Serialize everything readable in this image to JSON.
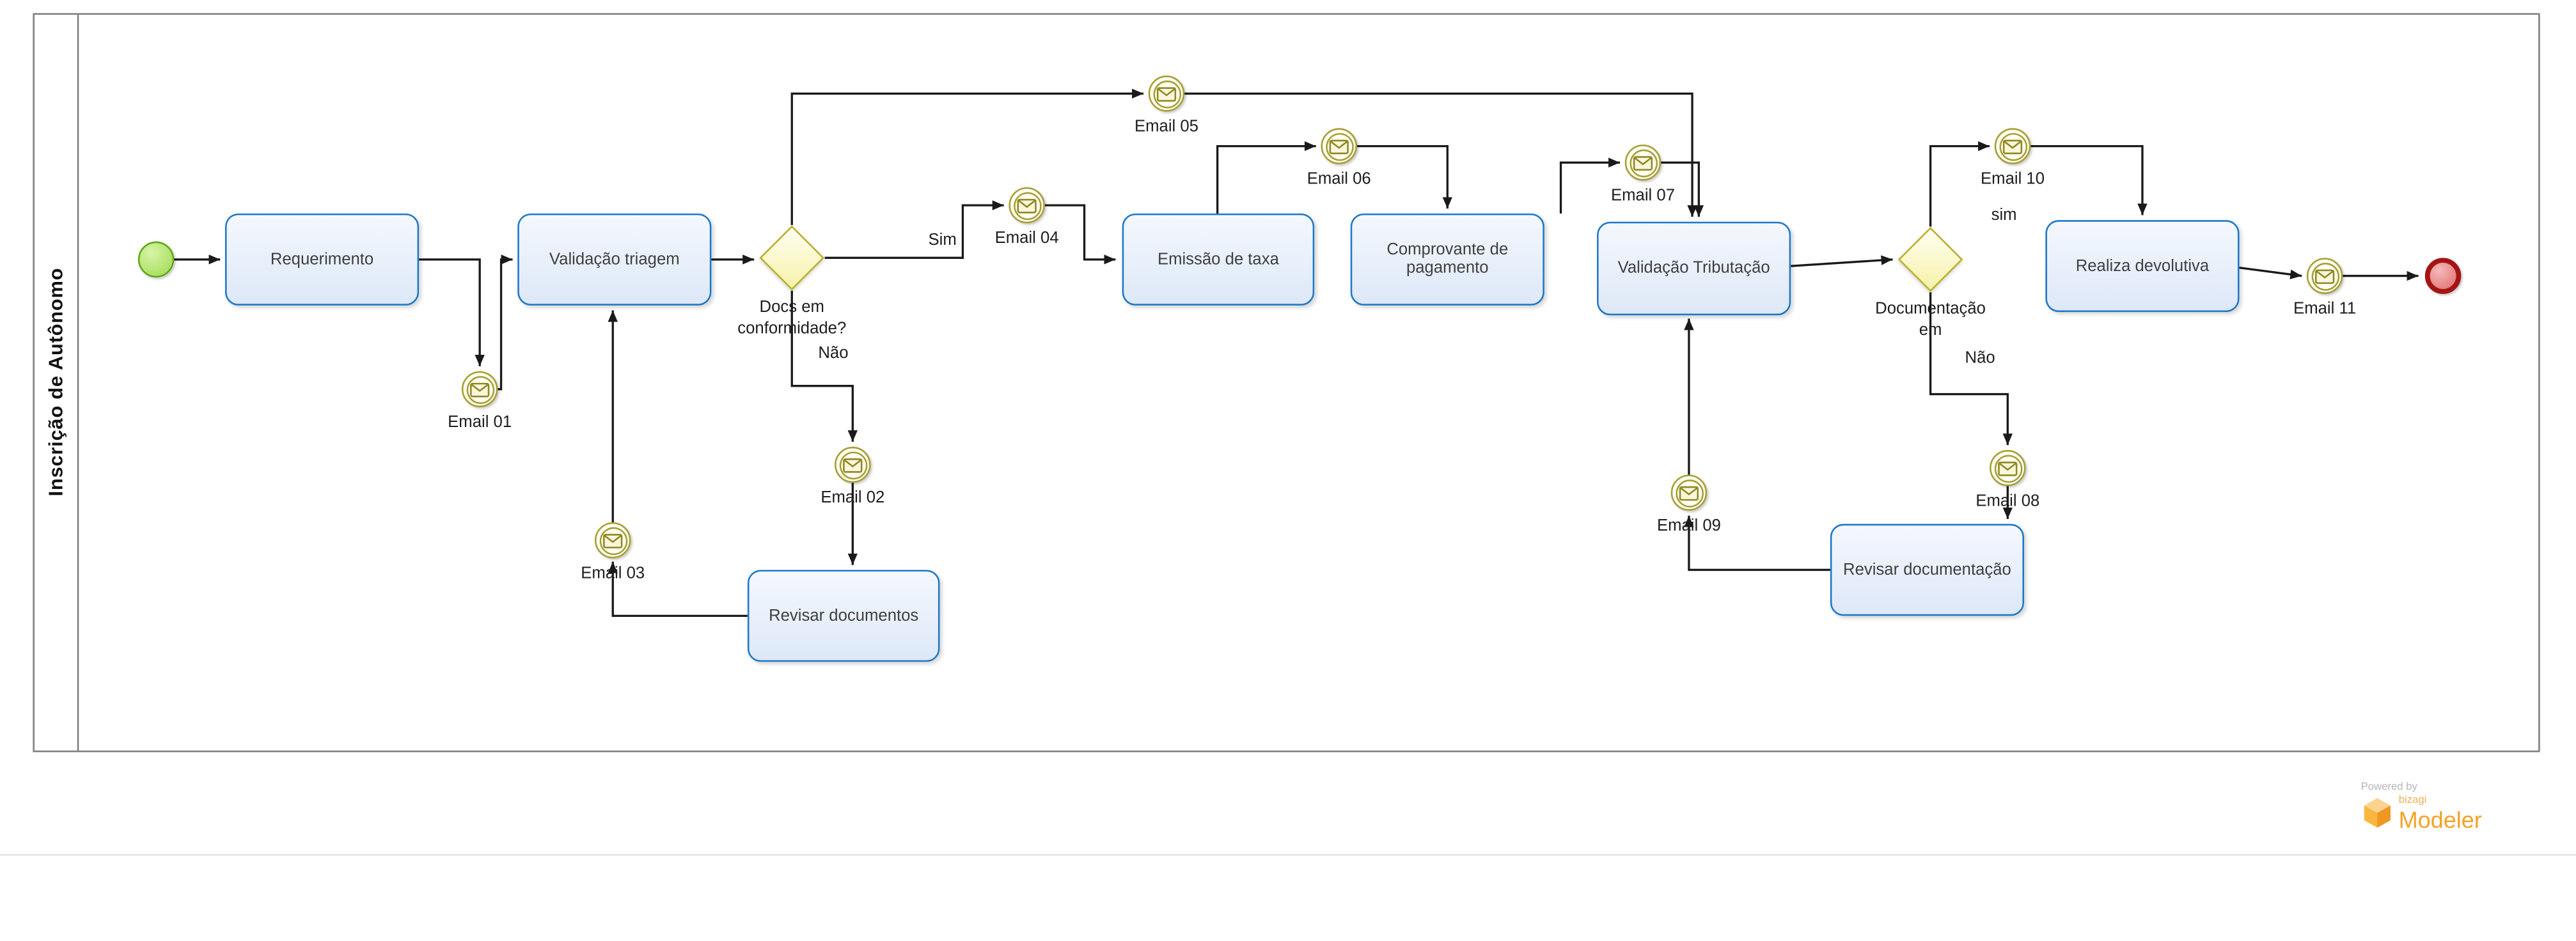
{
  "pool": {
    "label": "Inscrição de Autônomo"
  },
  "tasks": {
    "requerimento": {
      "label": "Requerimento"
    },
    "validacao_triagem": {
      "label": "Validação triagem"
    },
    "emissao_taxa": {
      "label": "Emissão de taxa"
    },
    "comprovante_pagamento": {
      "label": "Comprovante de pagamento"
    },
    "validacao_tributacao": {
      "label": "Validação Tributação"
    },
    "realiza_devolutiva": {
      "label": "Realiza devolutiva"
    },
    "revisar_documentos": {
      "label": "Revisar documentos"
    },
    "revisar_documentacao": {
      "label": "Revisar documentação"
    }
  },
  "events": {
    "email01": {
      "label": "Email 01"
    },
    "email02": {
      "label": "Email 02"
    },
    "email03": {
      "label": "Email 03"
    },
    "email04": {
      "label": "Email 04"
    },
    "email05": {
      "label": "Email 05"
    },
    "email06": {
      "label": "Email 06"
    },
    "email07": {
      "label": "Email 07"
    },
    "email08": {
      "label": "Email 08"
    },
    "email09": {
      "label": "Email 09"
    },
    "email10": {
      "label": "Email 10"
    },
    "email11": {
      "label": "Email 11"
    }
  },
  "gateways": {
    "gw1": {
      "line1": "Docs em",
      "line2": "conformidade?"
    },
    "gw2": {
      "line1": "Documentação",
      "line2": "em"
    }
  },
  "edge_labels": {
    "sim1": "Sim",
    "nao1": "Não",
    "sim2": "sim",
    "nao2": "Não"
  },
  "footer": {
    "powered_by": "Powered by",
    "brand": "bizagi",
    "product": "Modeler"
  },
  "icons": {
    "message_icon": "envelope",
    "start_event_icon": "thin-green-circle",
    "end_event_icon": "thick-red-circle",
    "gateway_icon": "yellow-diamond",
    "bizagi_logo_icon": "orange-cube"
  },
  "colors": {
    "task_border": "#1e78c8",
    "task_fill": "#dde8f7",
    "event_border": "#a69f33",
    "gateway_border": "#b9b129",
    "gateway_fill": "#f6f2a9",
    "start_event_fill": "#9bd94e",
    "start_event_border": "#5fa616",
    "end_event_fill": "#e06a6a",
    "end_event_border": "#a31515",
    "flow_color": "#1a1a1a",
    "brand_orange": "#f5a227"
  }
}
